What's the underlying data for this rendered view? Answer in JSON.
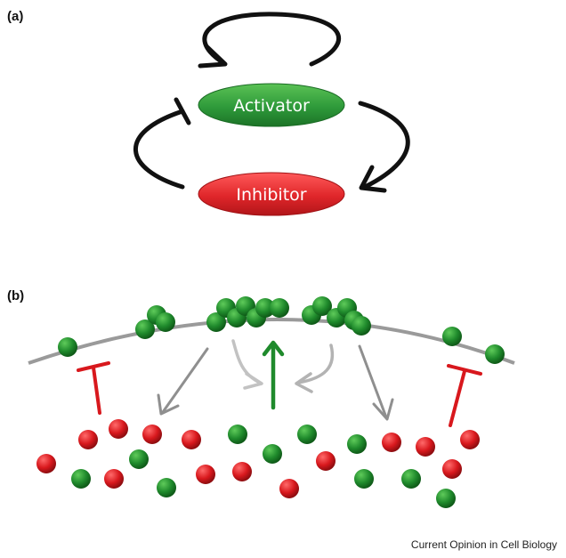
{
  "panel_a": {
    "label": "(a)",
    "activator": {
      "label": "Activator",
      "color": "#2e9a3a"
    },
    "inhibitor": {
      "label": "Inhibitor",
      "color": "#e0262a"
    }
  },
  "panel_b": {
    "label": "(b)"
  },
  "credit": "Current Opinion in Cell Biology",
  "colors": {
    "green": "#1f8a2c",
    "red": "#d8181d",
    "grey": "#8f8f8f",
    "light_grey": "#c2c2c2",
    "black": "#111111"
  }
}
